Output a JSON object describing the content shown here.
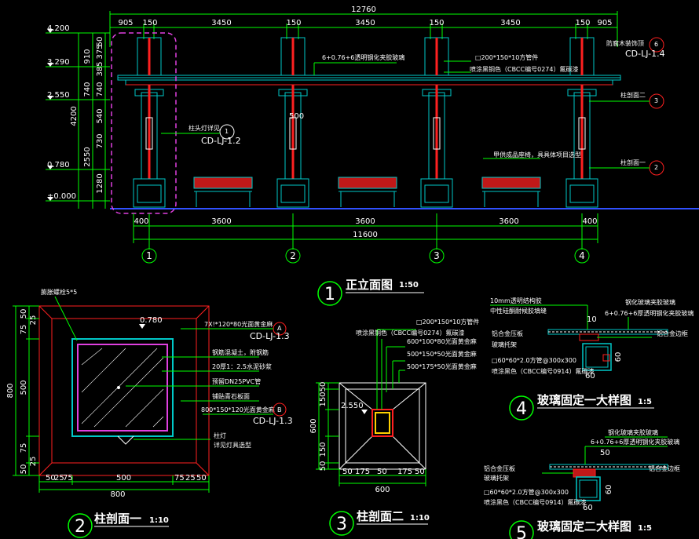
{
  "elevation": {
    "top_dims": [
      "905",
      "150",
      "3450",
      "150",
      "3450",
      "150",
      "3450",
      "150",
      "905"
    ],
    "total_top": "12760",
    "levels": [
      "4.200",
      "3.290",
      "2.550",
      "0.780",
      "±0.000"
    ],
    "left_dims": [
      "910",
      "385",
      "375",
      "50",
      "740",
      "740",
      "540",
      "730",
      "2550",
      "4200",
      "1280"
    ],
    "bottom_dims": [
      "400",
      "3600",
      "3600",
      "3600",
      "400"
    ],
    "total_bottom": "11600",
    "axes": [
      "1",
      "2",
      "3",
      "4"
    ],
    "glass_note": "6+0.76+6透明钢化夹胶玻璃",
    "steel_note": "□200*150*10方管件",
    "paint_note": "喷涂黑铜色（CBCC编号0274）氟碳漆",
    "section_ref_6": "6",
    "ref_cd14": "CD-LJ-1.4",
    "note_wood_cap": "防腐木装饰顶",
    "ref_cd12": "CD-LJ-1.2",
    "note_lamp": "柱头灯详见",
    "dim_500": "500",
    "note_bench": "甲供成品座椅，具具体项目选型",
    "label_sec2": "柱剖面二",
    "label_sec1": "柱剖面一",
    "marker_1": "1",
    "marker_2": "2",
    "marker_3": "3",
    "title": "正立面图",
    "scale": "1:50"
  },
  "section1": {
    "top_dims": [
      "50",
      "75",
      "25"
    ],
    "left_dims": [
      "800",
      "500",
      "50",
      "75",
      "25"
    ],
    "bottom_dims": [
      "50",
      "25",
      "75",
      "500",
      "75",
      "25",
      "50"
    ],
    "total": "800",
    "level": "0.780",
    "notes": [
      "膨胀螺栓5*5",
      "钢筋混凝土，附钢筋",
      "20厚1：2.5水泥砂浆",
      "预留DN25PVC管",
      "铺贴青石板面",
      "柱灯",
      "详见灯具选型"
    ],
    "ref_a_text": "7X!*120*80光面黄金麻",
    "ref_a_letter": "A",
    "ref_a_code": "CD-LJ-1.3",
    "ref_b_text": "800*150*120光面黄金麻",
    "ref_b_letter": "B",
    "ref_b_code": "CD-LJ-1.3",
    "title": "柱剖面一",
    "scale": "1:10",
    "marker": "2"
  },
  "section2": {
    "notes": [
      "□200*150*10方管件",
      "喷涂黑铜色（CBCC编号0274）氟碳漆",
      "600*100*80光面黄金麻",
      "500*150*50光面黄金麻",
      "500*175*50光面黄金麻"
    ],
    "level": "2.550",
    "left_dims": [
      "600",
      "150",
      "50",
      "150",
      "50"
    ],
    "bottom_dims": [
      "50",
      "175",
      "50",
      "175",
      "50"
    ],
    "total": "600",
    "title": "柱剖面二",
    "scale": "1:10",
    "marker": "3"
  },
  "detail4": {
    "notes": [
      "10mm透明结构胶",
      "中性硅酮耐候胶填缝",
      "6+0.76+6厚透明钢化夹胶玻璃",
      "铝合金压板",
      "玻璃托架",
      "□60*60*2.0方管@300x300",
      "喷涂黑色（CBCC编号0914）氟碳漆",
      "钢化玻璃夹胶玻璃",
      "铝合金边框"
    ],
    "dims": [
      "10",
      "60",
      "60"
    ],
    "title": "玻璃固定一大样图",
    "scale": "1:5",
    "marker": "4"
  },
  "detail5": {
    "notes": [
      "钢化玻璃夹胶玻璃",
      "6+0.76+6厚透明钢化夹胶玻璃",
      "铝合金压板",
      "玻璃托架",
      "□60*60*2.0方管@300x300",
      "喷涂黑色（CBCC编号0914）氟碳漆",
      "铝合金边框"
    ],
    "dims": [
      "50",
      "60",
      "60"
    ],
    "title": "玻璃固定二大样图",
    "scale": "1:5",
    "marker": "5"
  },
  "colors": {
    "dim": "#00ff00",
    "red": "#ff2020",
    "cyan": "#00c8c8",
    "magenta": "#e040e0",
    "white": "#ffffff",
    "blue": "#3050ff",
    "yellow": "#ffd000"
  }
}
